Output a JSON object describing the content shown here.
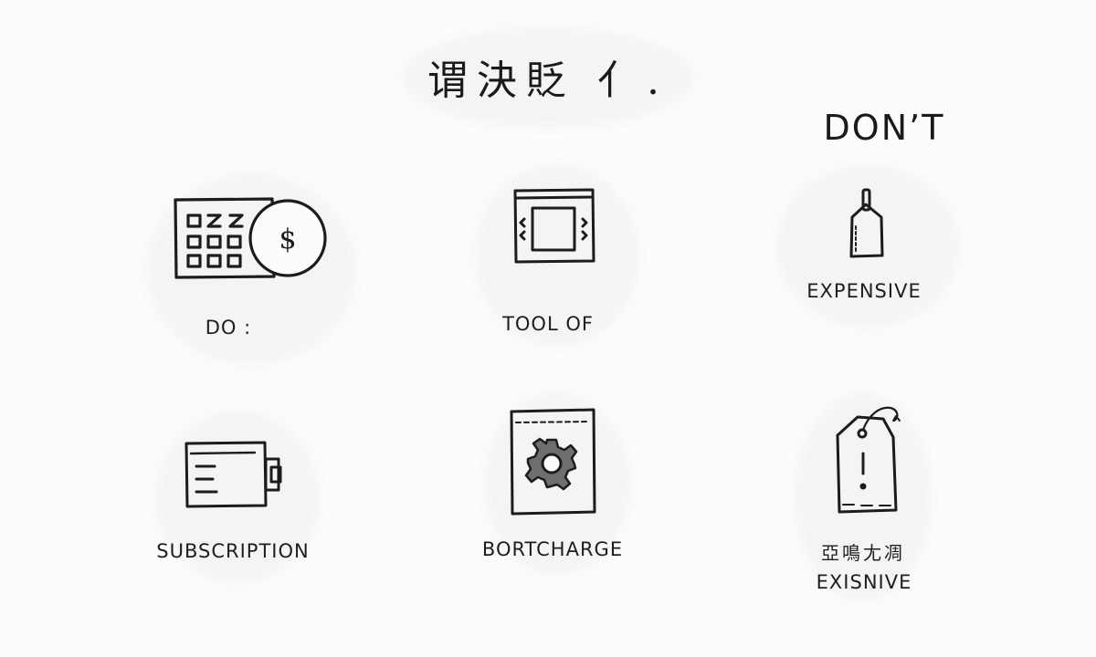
{
  "title": "谓決貶 亻.",
  "column_heading": "DON’T",
  "cells": [
    {
      "icon": "calendar-coin-icon",
      "label": "DO :"
    },
    {
      "icon": "framed-screen-icon",
      "label": "TOOL OF"
    },
    {
      "icon": "price-tag-icon",
      "label": "EXPENSIVE"
    },
    {
      "icon": "battery-card-icon",
      "label": "SUBSCRIPTION"
    },
    {
      "icon": "gear-box-icon",
      "label": "BORTCHARGE"
    },
    {
      "icon": "large-price-tag-icon",
      "label_cjk": "亞鳴尢凋",
      "label": "EXISNIVE"
    }
  ],
  "calendar_text": {
    "row1": [
      "",
      "Z",
      "Z"
    ],
    "coin_symbol": "$"
  },
  "colors": {
    "ink": "#1c1c1c",
    "gear": "#6e6e6e",
    "background": "#fcfcfc"
  }
}
